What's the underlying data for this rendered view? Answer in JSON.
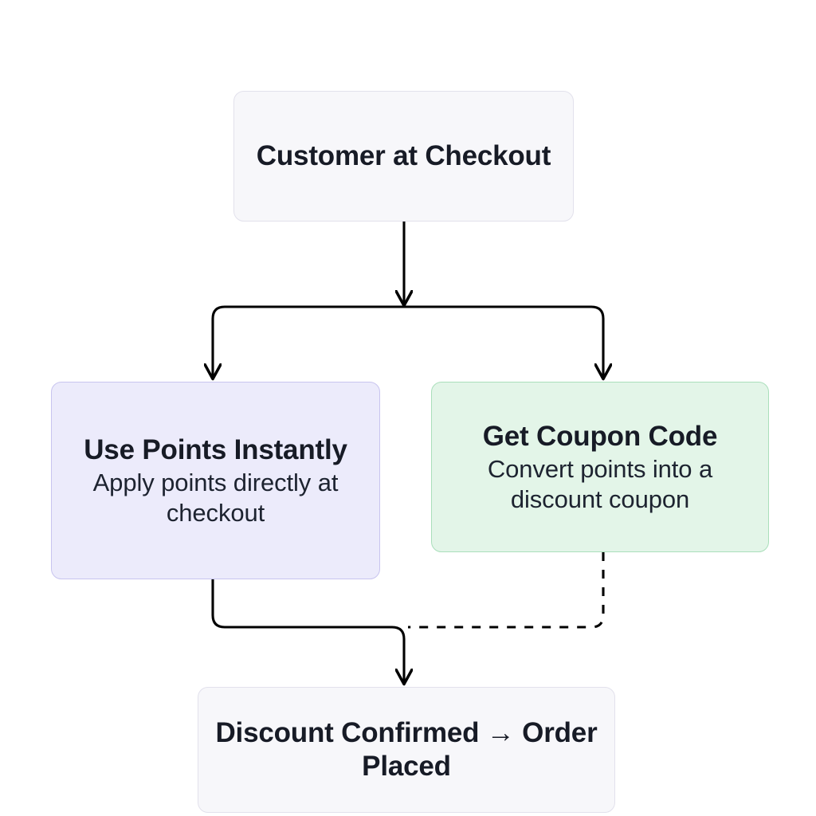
{
  "diagram": {
    "type": "flowchart",
    "direction": "top-down",
    "background": "#ffffff",
    "nodes": [
      {
        "id": "start",
        "title": "Customer at Checkout",
        "subtitle": "",
        "style": "neutral",
        "fill": "#f7f7fa",
        "stroke": "#e2e1ec"
      },
      {
        "id": "points",
        "title": "Use Points Instantly",
        "subtitle": "Apply points directly at checkout",
        "style": "violet",
        "fill": "#ecebfb",
        "stroke": "#c8c4ef"
      },
      {
        "id": "coupon",
        "title": "Get Coupon Code",
        "subtitle": "Convert points into a discount coupon",
        "style": "green",
        "fill": "#e3f5e8",
        "stroke": "#aadfbb"
      },
      {
        "id": "confirm",
        "title": "Discount Confirmed → Order Placed",
        "subtitle": "",
        "style": "neutral",
        "fill": "#f7f7fa",
        "stroke": "#e2e1ec"
      }
    ],
    "edges": [
      {
        "id": "start-to-fork",
        "from": "start",
        "to": "fork",
        "line": "solid",
        "arrow": true,
        "color": "#000000"
      },
      {
        "id": "fork-to-points",
        "from": "fork",
        "to": "points",
        "line": "solid",
        "arrow": true,
        "color": "#000000"
      },
      {
        "id": "fork-to-coupon",
        "from": "fork",
        "to": "coupon",
        "line": "solid",
        "arrow": true,
        "color": "#000000"
      },
      {
        "id": "points-to-confirm",
        "from": "points",
        "to": "confirm",
        "line": "solid",
        "arrow": true,
        "color": "#000000"
      },
      {
        "id": "coupon-to-confirm",
        "from": "coupon",
        "to": "confirm",
        "line": "dashed",
        "arrow": false,
        "color": "#000000"
      }
    ]
  }
}
